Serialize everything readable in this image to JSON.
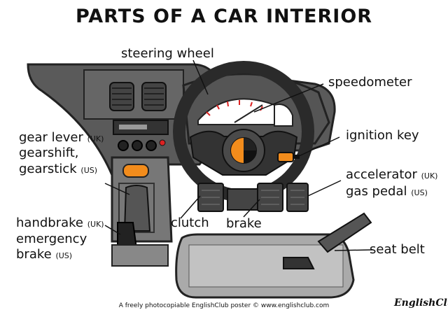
{
  "title": "PARTS OF A CAR INTERIOR",
  "labels": {
    "steering_wheel": "steering wheel",
    "speedometer": "speedometer",
    "gear_lever": "gear lever",
    "gear_lever_note": "(UK)",
    "gearshift": "gearshift,",
    "gearstick": "gearstick",
    "gearstick_note": "(US)",
    "ignition_key": "ignition key",
    "accelerator": "accelerator",
    "accelerator_note": "(UK)",
    "gas_pedal": "gas pedal",
    "gas_pedal_note": "(US)",
    "handbrake": "handbrake",
    "handbrake_note": "(UK)",
    "emergency": "emergency",
    "brake_us": "brake",
    "brake_us_note": "(US)",
    "clutch": "clutch",
    "brake": "brake",
    "seat_belt": "seat belt"
  },
  "footer": "A freely photocopiable EnglishClub poster © www.englishclub.com",
  "logo": "EnglishClub",
  "colors": {
    "dash_dark": "#4a4a4a",
    "dash_mid": "#6b6b6b",
    "dash_light": "#8a8a8a",
    "accent_orange": "#f28c1c",
    "gauge_red": "#d22"
  }
}
